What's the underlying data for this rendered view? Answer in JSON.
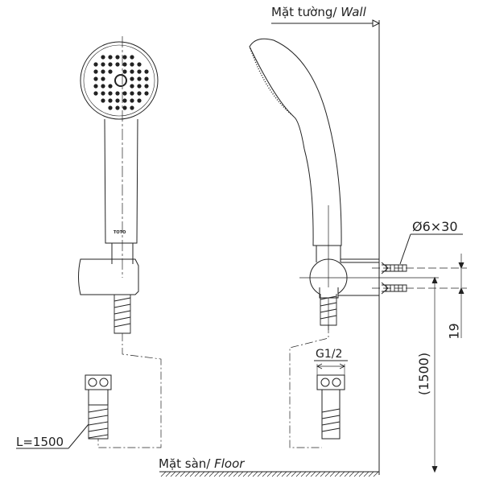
{
  "labels": {
    "wall_vi": "Mặt tường/",
    "wall_en": "Wall",
    "floor_vi": "Mặt sàn/",
    "floor_en": "Floor",
    "anchor": "Ø6×30",
    "spacing": "19",
    "height": "(1500)",
    "thread": "G1/2",
    "hose_length": "L=1500",
    "brand_mark": "TOTO"
  },
  "colors": {
    "line": "#222222",
    "background": "#ffffff"
  }
}
